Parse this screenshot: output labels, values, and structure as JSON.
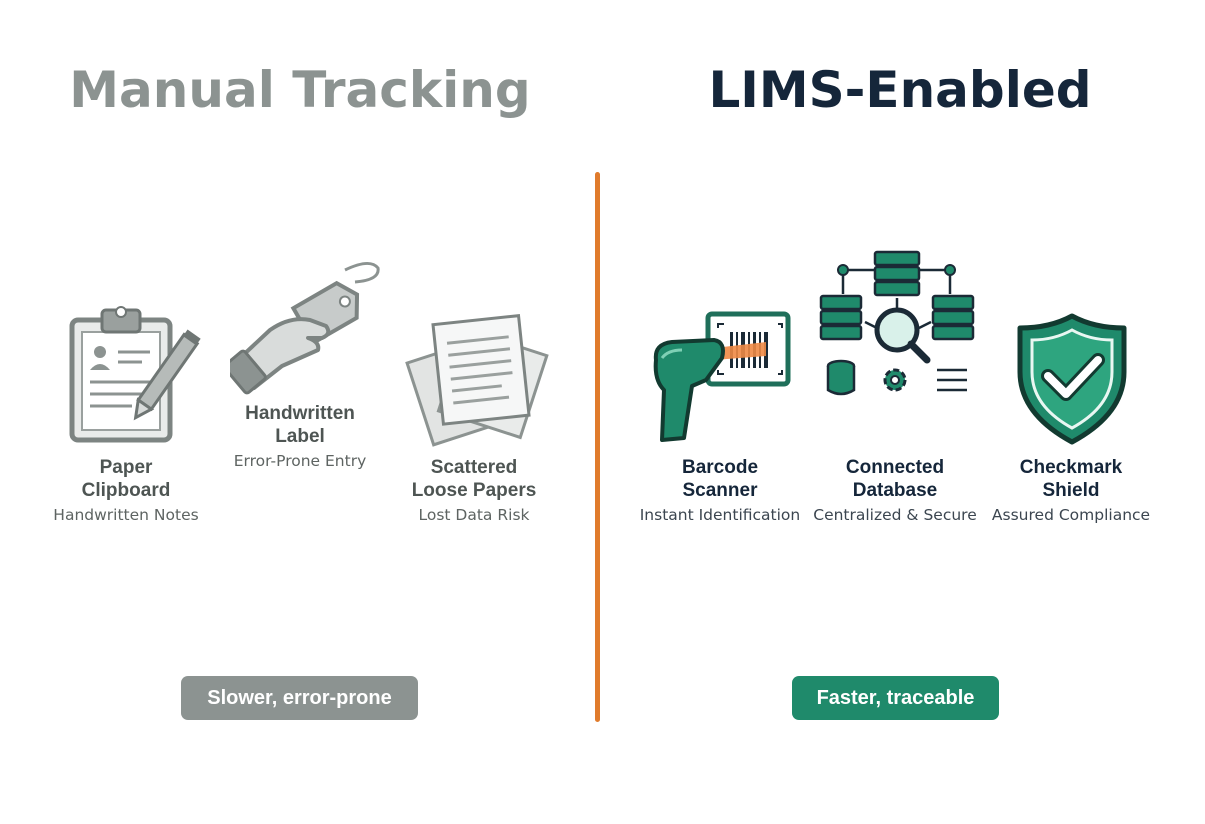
{
  "left": {
    "title": "Manual Tracking",
    "items": [
      {
        "name_line1": "Paper",
        "name_line2": "Clipboard",
        "desc": "Handwritten Notes",
        "icon": "clipboard-icon"
      },
      {
        "name_line1": "Handwritten",
        "name_line2": "Label",
        "desc": "Error-Prone Entry",
        "icon": "hand-tag-icon"
      },
      {
        "name_line1": "Scattered",
        "name_line2": "Loose Papers",
        "desc": "Lost Data Risk",
        "icon": "papers-icon"
      }
    ],
    "badge": "Slower, error-prone"
  },
  "right": {
    "title": "LIMS-Enabled",
    "items": [
      {
        "name_line1": "Barcode",
        "name_line2": "Scanner",
        "desc": "Instant Identification",
        "icon": "barcode-scanner-icon"
      },
      {
        "name_line1": "Connected",
        "name_line2": "Database",
        "desc": "Centralized & Secure",
        "icon": "database-network-icon"
      },
      {
        "name_line1": "Checkmark",
        "name_line2": "Shield",
        "desc": "Assured Compliance",
        "icon": "shield-check-icon"
      }
    ],
    "badge": "Faster, traceable"
  },
  "colors": {
    "manual_gray": "#8c9391",
    "lims_teal": "#1f8a6b",
    "lims_navy": "#15263a",
    "divider_orange": "#e07b2c"
  }
}
